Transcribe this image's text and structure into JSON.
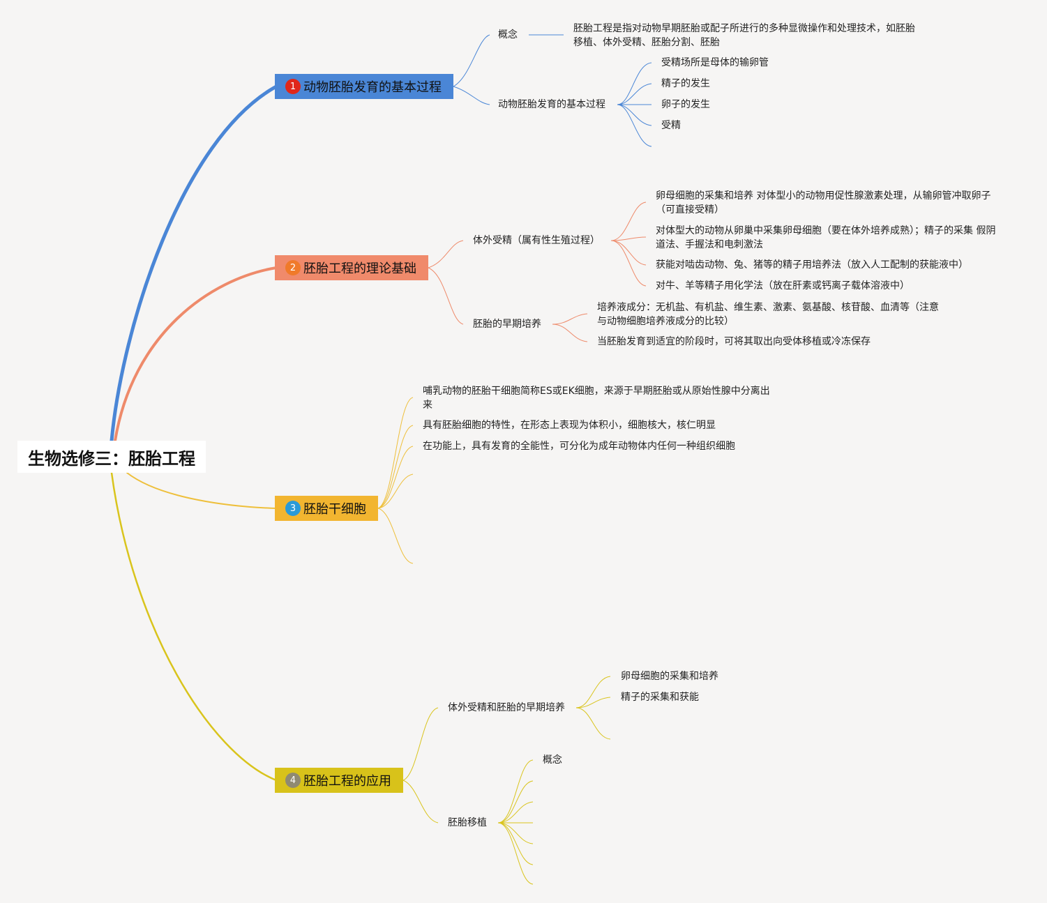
{
  "root": {
    "title": "生物选修三：胚胎工程"
  },
  "colors": {
    "b1": "#4a86d6",
    "b2": "#f08a6b",
    "b3": "#f2b530",
    "b4": "#d8c21a",
    "line1": "#4a86d6",
    "line2": "#ee8a6a",
    "line3": "#eebf3a",
    "line4": "#d9c41c"
  },
  "b1": {
    "num": "1",
    "num_color": "#e0271a",
    "label": "动物胚胎发育的基本过程",
    "concept": "概念",
    "concept_text": "胚胎工程是指对动物早期胚胎或配子所进行的多种显微操作和处理技术，如胚胎移植、体外受精、胚胎分割、胚胎",
    "process": "动物胚胎发育的基本过程",
    "process_items": [
      "受精场所是母体的输卵管",
      "精子的发生",
      "卵子的发生",
      "受精"
    ]
  },
  "b2": {
    "num": "2",
    "num_color": "#f07a2a",
    "label": "胚胎工程的理论基础",
    "ivf": "体外受精（属有性生殖过程）",
    "ivf_items": [
      "卵母细胞的采集和培养 对体型小的动物用促性腺激素处理，从输卵管冲取卵子（可直接受精）",
      "对体型大的动物从卵巢中采集卵母细胞（要在体外培养成熟）；精子的采集 假阴道法、手握法和电刺激法",
      "获能对啮齿动物、兔、猪等的精子用培养法（放入人工配制的获能液中）",
      "对牛、羊等精子用化学法（放在肝素或钙离子载体溶液中）"
    ],
    "culture": "胚胎的早期培养",
    "culture_items": [
      "培养液成分：无机盐、有机盐、维生素、激素、氨基酸、核苷酸、血清等（注意与动物细胞培养液成分的比较）",
      "当胚胎发育到适宜的阶段时，可将其取出向受体移植或冷冻保存"
    ]
  },
  "b3": {
    "num": "3",
    "num_color": "#2a9ad8",
    "label": "胚胎干细胞",
    "items": [
      "哺乳动物的胚胎干细胞简称ES或EK细胞，来源于早期胚胎或从原始性腺中分离出来",
      "具有胚胎细胞的特性，在形态上表现为体积小，细胞核大，核仁明显",
      "在功能上，具有发育的全能性，可分化为成年动物体内任何一种组织细胞"
    ]
  },
  "b4": {
    "num": "4",
    "num_color": "#8f8a72",
    "label": "胚胎工程的应用",
    "ivf_culture": "体外受精和胚胎的早期培养",
    "ivf_culture_items": [
      "卵母细胞的采集和培养",
      "精子的采集和获能"
    ],
    "transfer": "胚胎移植",
    "transfer_items": [
      "概念"
    ]
  }
}
